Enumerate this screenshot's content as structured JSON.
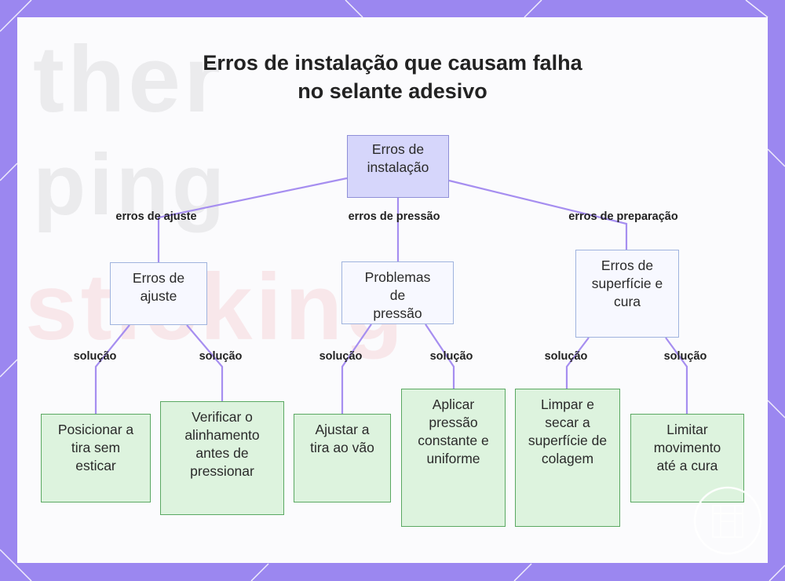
{
  "title": {
    "line1": "Erros de instalação que causam falha",
    "line2": "no selante adesivo"
  },
  "background_text": [
    "ther",
    "ping",
    "sticking"
  ],
  "nodes": {
    "root": "Erros de instalação",
    "ajuste": "Erros de ajuste",
    "pressao": "Problemas de pressão",
    "superficie": "Erros de superfície e cura",
    "posicionar": "Posicionar a tira sem esticar",
    "verificar": "Verificar o alinhamento antes de pressionar",
    "ajustar": "Ajustar a tira ao vão",
    "aplicar": "Aplicar pressão constante e uniforme",
    "limpar": "Limpar e secar a superfície de colagem",
    "limitar": "Limitar movimento até a cura"
  },
  "edge_labels": {
    "erros_ajuste": "erros de ajuste",
    "erros_pressao": "erros de pressão",
    "erros_preparacao": "erros de preparação",
    "solucao": "solução"
  },
  "colors": {
    "frame": "#9b87f0",
    "connector": "#a68ef0",
    "root_fill": "#d6d6fb",
    "mid_border": "#9fb3de",
    "leaf_fill": "#ddf3de",
    "leaf_border": "#5aa862"
  }
}
